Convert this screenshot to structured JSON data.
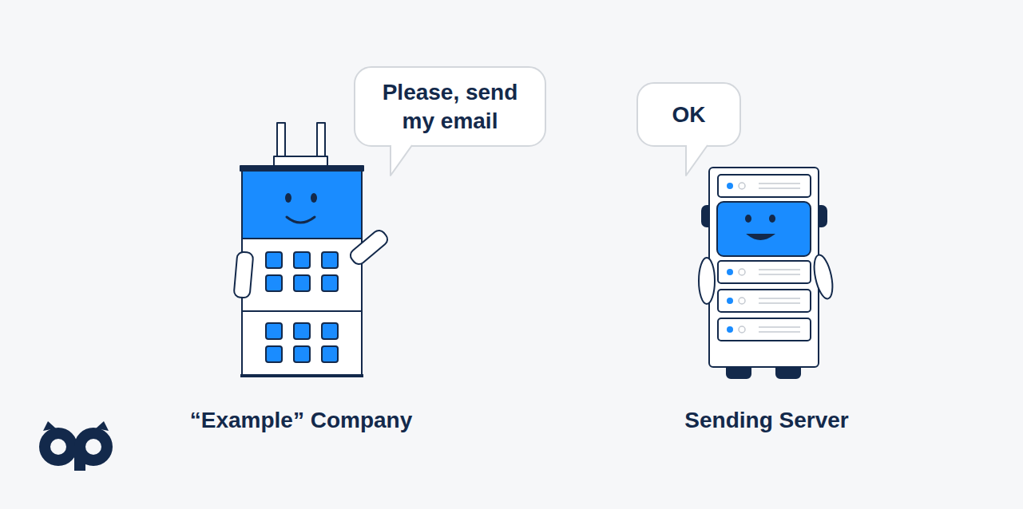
{
  "diagram": {
    "nodes": [
      {
        "text": [
          "Please, send my email"
        ]
      },
      {
        "text": [
          "OK"
        ]
      }
    ],
    "labels": [
      "“Example” Company",
      "Sending Server"
    ]
  }
}
